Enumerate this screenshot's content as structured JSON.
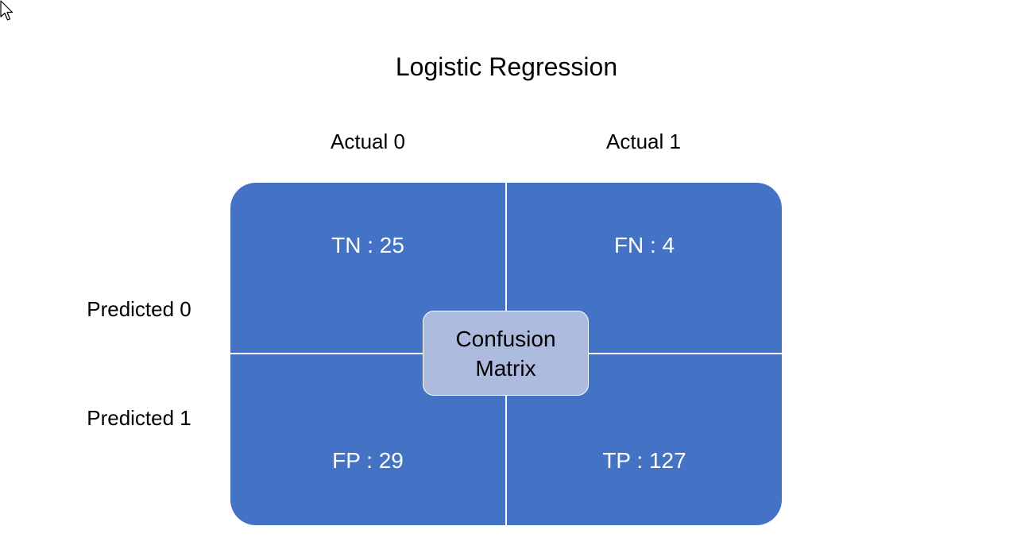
{
  "title": "Logistic Regression",
  "columns": [
    "Actual 0",
    "Actual 1"
  ],
  "rows": [
    "Predicted 0",
    "Predicted 1"
  ],
  "cells": {
    "tn": "TN : 25",
    "fn": "FN : 4",
    "fp": "FP : 29",
    "tp": "TP : 127"
  },
  "center": {
    "line1": "Confusion",
    "line2": "Matrix"
  },
  "colors": {
    "cell": "#4472c4",
    "center": "#adbbdf",
    "text_on_cell": "#ffffff"
  },
  "icons": {
    "cursor": "mouse-pointer-icon"
  }
}
